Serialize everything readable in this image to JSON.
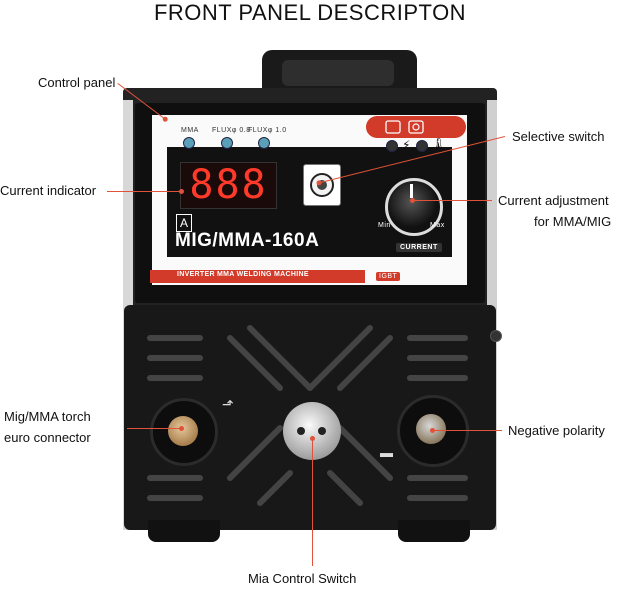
{
  "title": "FRONT PANEL DESCRIPTON",
  "labels": {
    "control_panel": "Control panel",
    "current_indicator": "Current indicator",
    "selective_switch": "Selective switch",
    "current_adjustment_line1": "Current adjustment",
    "current_adjustment_line2": "for MMA/MIG",
    "torch_line1": "Mig/MMA torch",
    "torch_line2": "euro connector",
    "negative_polarity": "Negative polarity",
    "control_switch": "Mia Control Switch"
  },
  "panel": {
    "mode_mma": "MMA",
    "mode_flux08": "FLUXφ 0.8",
    "mode_flux10": "FLUXφ 1.0",
    "display_value": "888",
    "amp_unit": "A",
    "model": "MIG/MMA-160A",
    "knob_min": "Min",
    "knob_max": "Max",
    "knob_label": "CURRENT",
    "banner": "INVERTER MMA WELDING MACHINE",
    "badge_igbt": "IGBT"
  },
  "colors": {
    "leader": "#e0523a",
    "accent_red": "#d23a2a",
    "display_red": "#ff3a2a",
    "body": "#181818"
  }
}
